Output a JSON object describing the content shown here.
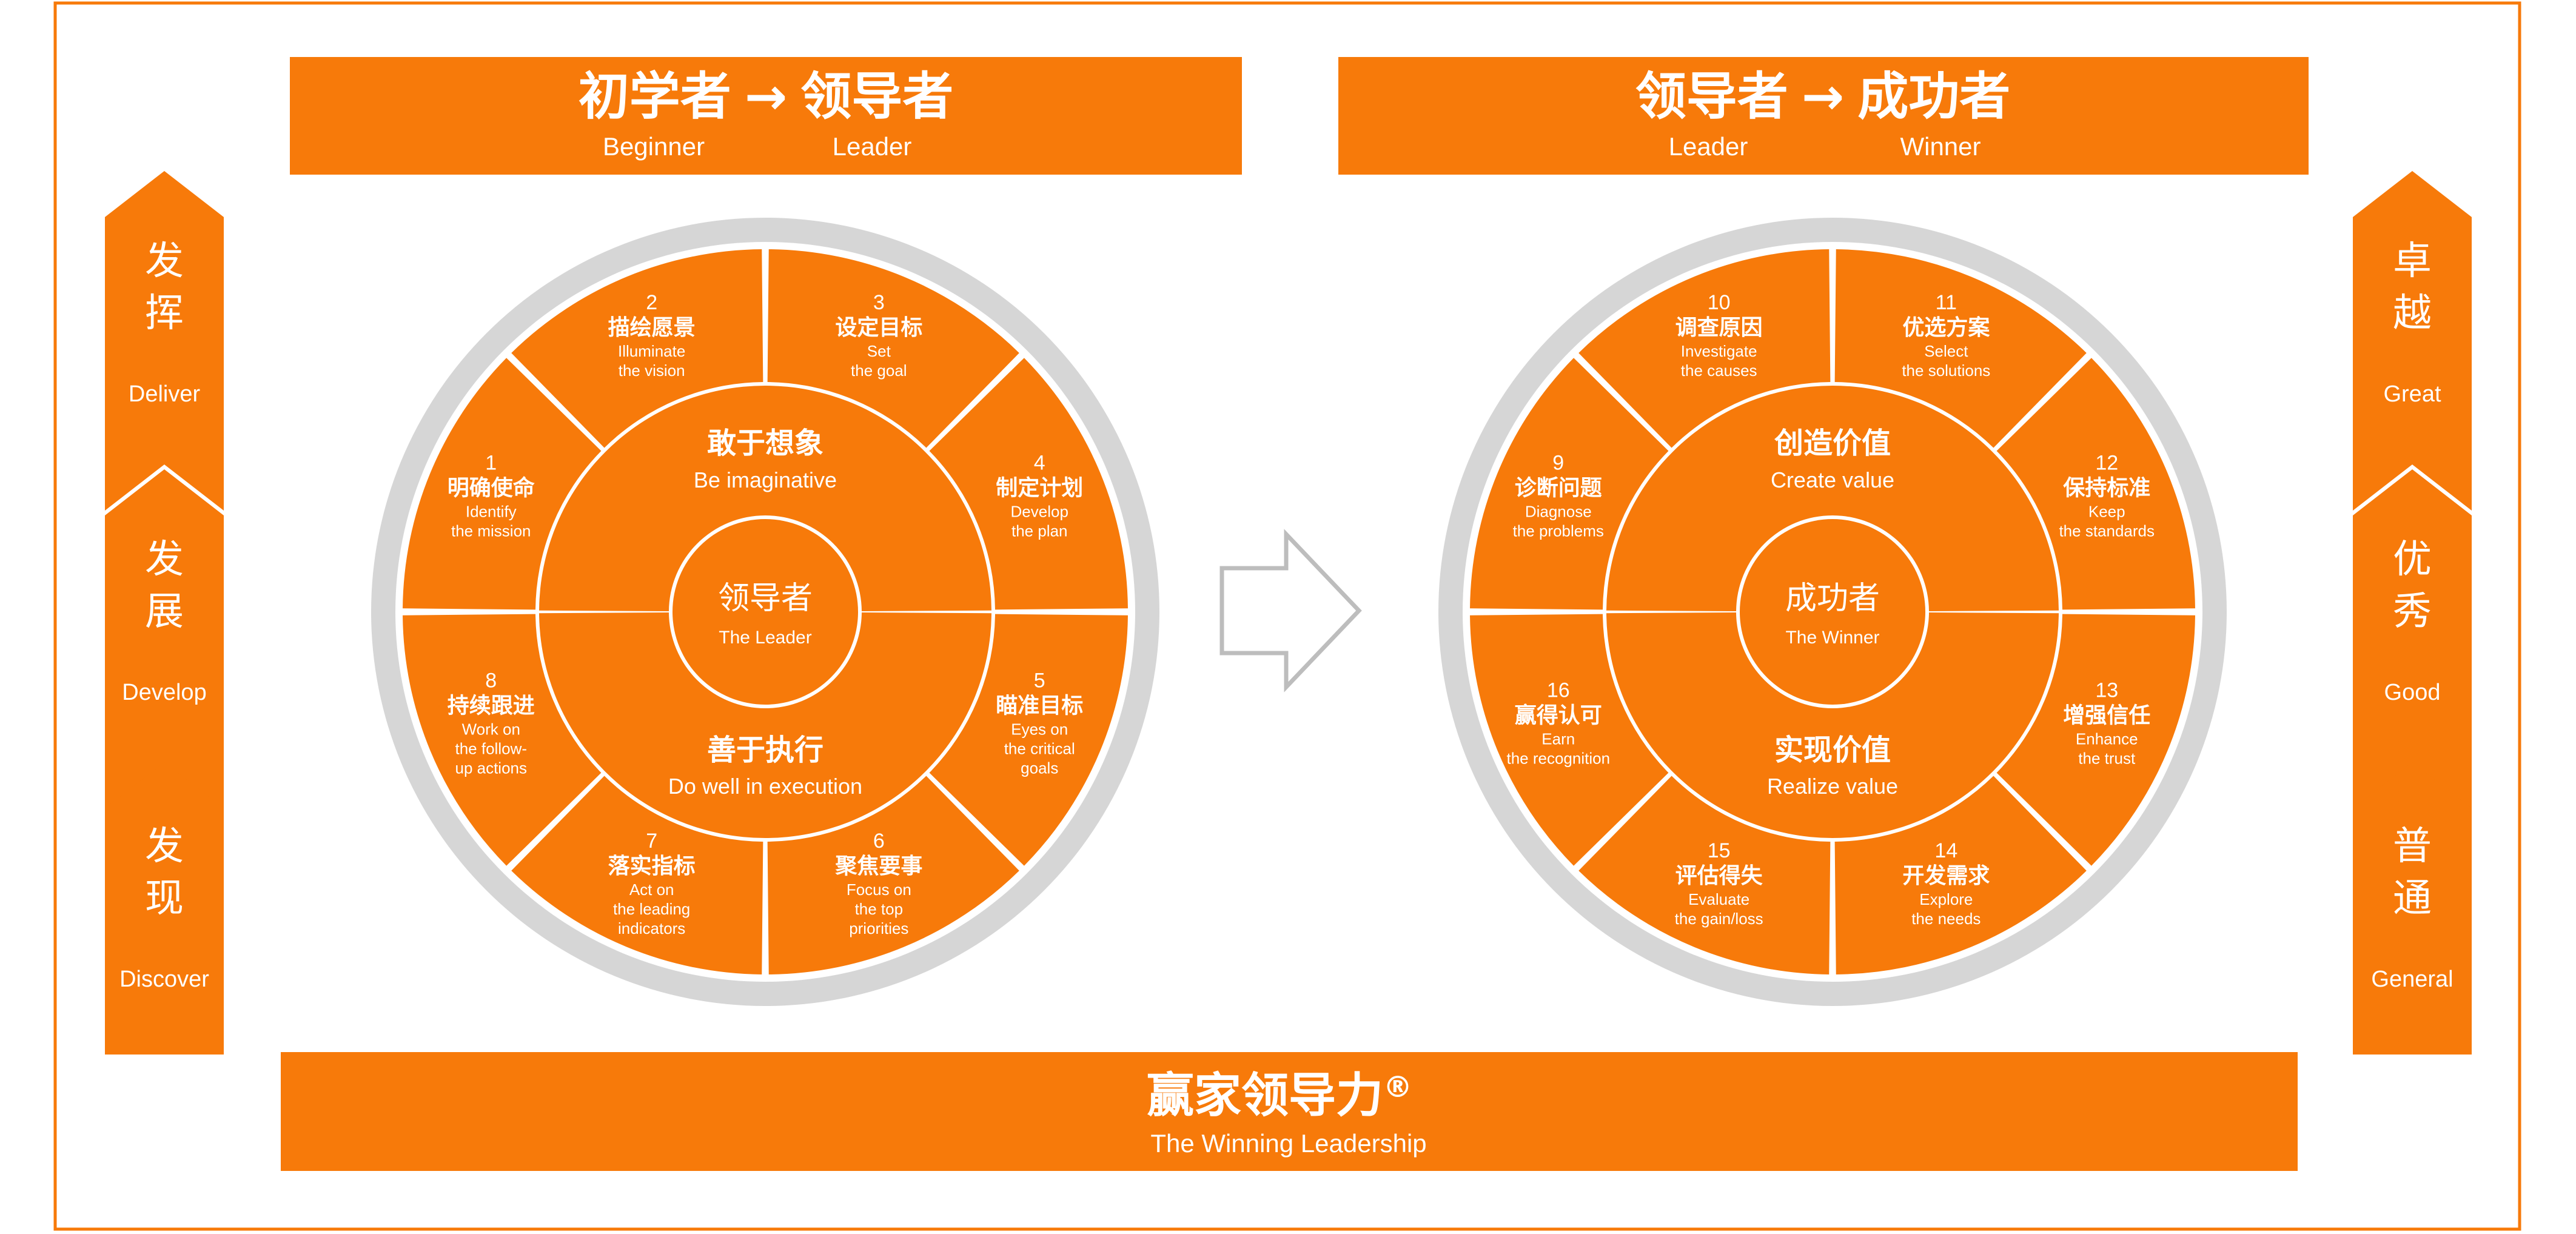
{
  "colors": {
    "orange": "#F77A0A",
    "ring_grey": "#D6D6D6",
    "white": "#FFFFFF",
    "arrow_outline": "#BDBDBD"
  },
  "banners": {
    "left": {
      "zh_from": "初学者",
      "zh_to": "领导者",
      "arrow": "→",
      "en_from": "Beginner",
      "en_to": "Leader"
    },
    "right": {
      "zh_from": "领导者",
      "zh_to": "成功者",
      "arrow": "→",
      "en_from": "Leader",
      "en_to": "Winner"
    }
  },
  "left_column": [
    {
      "zh": [
        "发",
        "挥"
      ],
      "en": "Deliver"
    },
    {
      "zh": [
        "发",
        "展"
      ],
      "en": "Develop"
    },
    {
      "zh": [
        "发",
        "现"
      ],
      "en": "Discover"
    }
  ],
  "right_column": [
    {
      "zh": [
        "卓",
        "越"
      ],
      "en": "Great"
    },
    {
      "zh": [
        "优",
        "秀"
      ],
      "en": "Good"
    },
    {
      "zh": [
        "普",
        "通"
      ],
      "en": "General"
    }
  ],
  "wheels": [
    {
      "center": {
        "zh": "领导者",
        "en": "The Leader"
      },
      "top": {
        "zh": "敢于想象",
        "en": "Be  imaginative"
      },
      "bottom": {
        "zh": "善于执行",
        "en": "Do well in execution"
      },
      "segments": [
        {
          "num": "1",
          "zh": "明确使命",
          "en": [
            "Identify",
            "the mission"
          ]
        },
        {
          "num": "2",
          "zh": "描绘愿景",
          "en": [
            "Illuminate",
            "the vision"
          ]
        },
        {
          "num": "3",
          "zh": "设定目标",
          "en": [
            "Set",
            "the goal"
          ]
        },
        {
          "num": "4",
          "zh": "制定计划",
          "en": [
            "Develop",
            "the plan"
          ]
        },
        {
          "num": "5",
          "zh": "瞄准目标",
          "en": [
            "Eyes on",
            "the critical",
            "goals"
          ]
        },
        {
          "num": "6",
          "zh": "聚焦要事",
          "en": [
            "Focus on",
            "the top",
            "priorities"
          ]
        },
        {
          "num": "7",
          "zh": "落实指标",
          "en": [
            "Act on",
            "the leading",
            "indicators"
          ]
        },
        {
          "num": "8",
          "zh": "持续跟进",
          "en": [
            "Work on",
            "the follow-",
            "up actions"
          ]
        }
      ]
    },
    {
      "center": {
        "zh": "成功者",
        "en": "The Winner"
      },
      "top": {
        "zh": "创造价值",
        "en": "Create value"
      },
      "bottom": {
        "zh": "实现价值",
        "en": "Realize value"
      },
      "segments": [
        {
          "num": "9",
          "zh": "诊断问题",
          "en": [
            "Diagnose",
            "the problems"
          ]
        },
        {
          "num": "10",
          "zh": "调查原因",
          "en": [
            "Investigate",
            "the causes"
          ]
        },
        {
          "num": "11",
          "zh": "优选方案",
          "en": [
            "Select",
            "the solutions"
          ]
        },
        {
          "num": "12",
          "zh": "保持标准",
          "en": [
            "Keep",
            "the standards"
          ]
        },
        {
          "num": "13",
          "zh": "增强信任",
          "en": [
            "Enhance",
            "the trust"
          ]
        },
        {
          "num": "14",
          "zh": "开发需求",
          "en": [
            "Explore",
            "the needs"
          ]
        },
        {
          "num": "15",
          "zh": "评估得失",
          "en": [
            "Evaluate",
            "the gain/loss"
          ]
        },
        {
          "num": "16",
          "zh": "赢得认可",
          "en": [
            "Earn",
            "the recognition"
          ]
        }
      ]
    }
  ],
  "footer": {
    "zh": "赢家领导力",
    "mark": "®",
    "en": "The Winning Leadership"
  }
}
